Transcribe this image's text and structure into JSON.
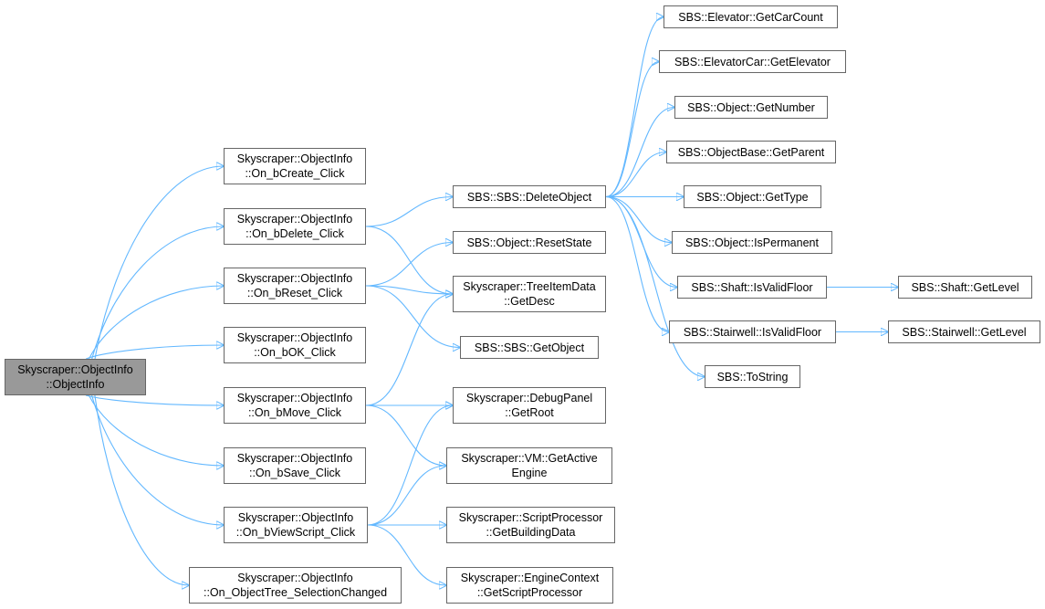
{
  "graph": {
    "edge_color": "#63b8ff",
    "root_fill": "#999999",
    "node_border": "#666666",
    "nodes": {
      "objectinfo": [
        "Skyscraper::ObjectInfo",
        "::ObjectInfo"
      ],
      "bcreate": [
        "Skyscraper::ObjectInfo",
        "::On_bCreate_Click"
      ],
      "bdelete": [
        "Skyscraper::ObjectInfo",
        "::On_bDelete_Click"
      ],
      "breset": [
        "Skyscraper::ObjectInfo",
        "::On_bReset_Click"
      ],
      "bok": [
        "Skyscraper::ObjectInfo",
        "::On_bOK_Click"
      ],
      "bmove": [
        "Skyscraper::ObjectInfo",
        "::On_bMove_Click"
      ],
      "bsave": [
        "Skyscraper::ObjectInfo",
        "::On_bSave_Click"
      ],
      "bviewscript": [
        "Skyscraper::ObjectInfo",
        "::On_bViewScript_Click"
      ],
      "objecttree": [
        "Skyscraper::ObjectInfo",
        "::On_ObjectTree_SelectionChanged"
      ],
      "deleteobject": [
        "SBS::SBS::DeleteObject"
      ],
      "resetstate": [
        "SBS::Object::ResetState"
      ],
      "getdesc": [
        "Skyscraper::TreeItemData",
        "::GetDesc"
      ],
      "getobject": [
        "SBS::SBS::GetObject"
      ],
      "getroot": [
        "Skyscraper::DebugPanel",
        "::GetRoot"
      ],
      "getactiveengine": [
        "Skyscraper::VM::GetActive",
        "Engine"
      ],
      "getbuildingdata": [
        "Skyscraper::ScriptProcessor",
        "::GetBuildingData"
      ],
      "getscriptprocessor": [
        "Skyscraper::EngineContext",
        "::GetScriptProcessor"
      ],
      "getcarcount": [
        "SBS::Elevator::GetCarCount"
      ],
      "getelevator": [
        "SBS::ElevatorCar::GetElevator"
      ],
      "getnumber": [
        "SBS::Object::GetNumber"
      ],
      "getparent": [
        "SBS::ObjectBase::GetParent"
      ],
      "gettype": [
        "SBS::Object::GetType"
      ],
      "ispermanent": [
        "SBS::Object::IsPermanent"
      ],
      "shaftisvalidfloor": [
        "SBS::Shaft::IsValidFloor"
      ],
      "stairwellisvalidfloor": [
        "SBS::Stairwell::IsValidFloor"
      ],
      "tostring": [
        "SBS::ToString"
      ],
      "shaftgetlevel": [
        "SBS::Shaft::GetLevel"
      ],
      "stairwellgetlevel": [
        "SBS::Stairwell::GetLevel"
      ]
    },
    "edges": [
      [
        "objectinfo",
        "bcreate"
      ],
      [
        "objectinfo",
        "bdelete"
      ],
      [
        "objectinfo",
        "breset"
      ],
      [
        "objectinfo",
        "bok"
      ],
      [
        "objectinfo",
        "bmove"
      ],
      [
        "objectinfo",
        "bsave"
      ],
      [
        "objectinfo",
        "bviewscript"
      ],
      [
        "objectinfo",
        "objecttree"
      ],
      [
        "bdelete",
        "deleteobject"
      ],
      [
        "bdelete",
        "getdesc"
      ],
      [
        "breset",
        "resetstate"
      ],
      [
        "breset",
        "getdesc"
      ],
      [
        "breset",
        "getobject"
      ],
      [
        "bmove",
        "getdesc"
      ],
      [
        "bmove",
        "getroot"
      ],
      [
        "bmove",
        "getactiveengine"
      ],
      [
        "bviewscript",
        "getroot"
      ],
      [
        "bviewscript",
        "getactiveengine"
      ],
      [
        "bviewscript",
        "getbuildingdata"
      ],
      [
        "bviewscript",
        "getscriptprocessor"
      ],
      [
        "deleteobject",
        "getcarcount"
      ],
      [
        "deleteobject",
        "getelevator"
      ],
      [
        "deleteobject",
        "getnumber"
      ],
      [
        "deleteobject",
        "getparent"
      ],
      [
        "deleteobject",
        "gettype"
      ],
      [
        "deleteobject",
        "ispermanent"
      ],
      [
        "deleteobject",
        "shaftisvalidfloor"
      ],
      [
        "deleteobject",
        "stairwellisvalidfloor"
      ],
      [
        "deleteobject",
        "tostring"
      ],
      [
        "shaftisvalidfloor",
        "shaftgetlevel"
      ],
      [
        "stairwellisvalidfloor",
        "stairwellgetlevel"
      ]
    ]
  }
}
